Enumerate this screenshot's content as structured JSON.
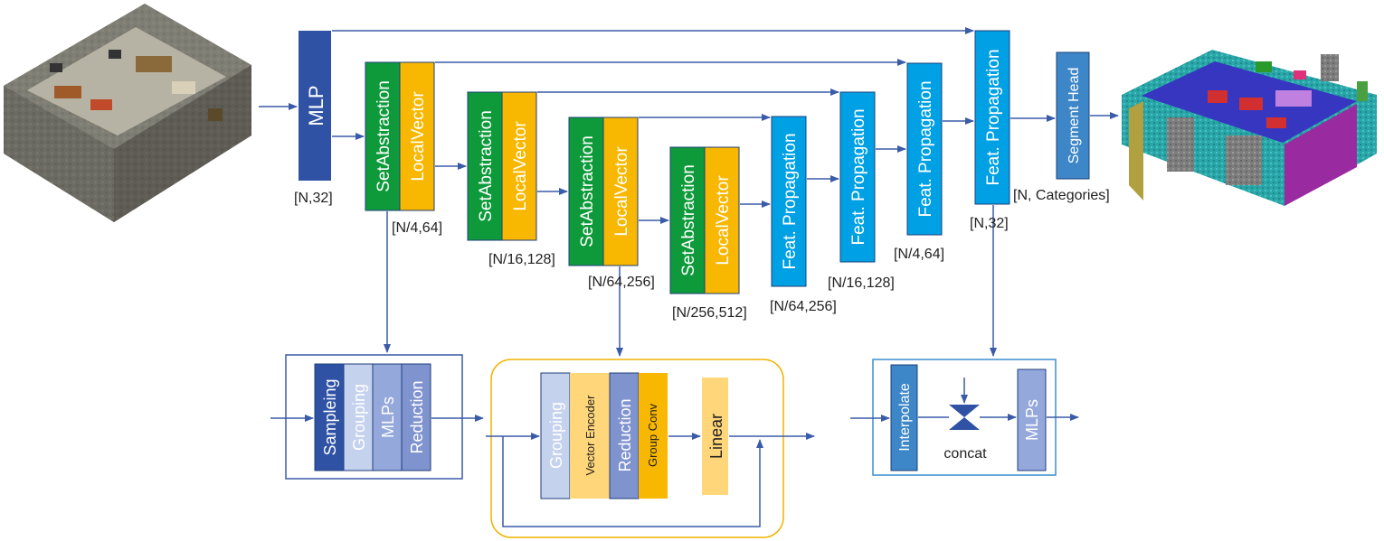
{
  "colors": {
    "mlp": "#2f52a5",
    "set_abstraction": "#0e9a3a",
    "local_vector": "#f8b700",
    "feat_propagation": "#00a0e4",
    "segment_head": "#3d86c8",
    "arrow": "#3a5ba8",
    "sampling": "#2f52a5",
    "grouping_light": "#c5d2ee",
    "mlps_mid": "#95a8dc",
    "reduction_mid": "#7f93cf",
    "vector_encoder": "#ffd77a",
    "group_conv": "#f8b700",
    "linear": "#ffd77a",
    "yellow_border": "#f0b400"
  },
  "main": {
    "mlp": "MLP",
    "sa_label": "SetAbstraction",
    "lv_label": "LocalVector",
    "fp_label": "Feat. Propagation",
    "segment_head": "Segment Head"
  },
  "dims": {
    "mlp": "[N,32]",
    "stage1": "[N/4,64]",
    "stage2": "[N/16,128]",
    "stage3": "[N/64,256]",
    "stage4": "[N/256,512]",
    "fp1": "[N/64,256]",
    "fp2": "[N/16,128]",
    "fp3": "[N/4,64]",
    "fp4": "[N,32]",
    "output": "[N, Categories]"
  },
  "sa_detail": {
    "sampling": "Sampleing",
    "grouping": "Grouping",
    "mlps": "MLPs",
    "reduction": "Reduction"
  },
  "lv_detail": {
    "grouping": "Grouping",
    "vector_encoder": "Vector Encoder",
    "reduction": "Reduction",
    "group_conv": "Group Conv",
    "linear": "Linear"
  },
  "fp_detail": {
    "interpolate": "Interpolate",
    "concat": "concat",
    "mlps": "MLPs"
  }
}
